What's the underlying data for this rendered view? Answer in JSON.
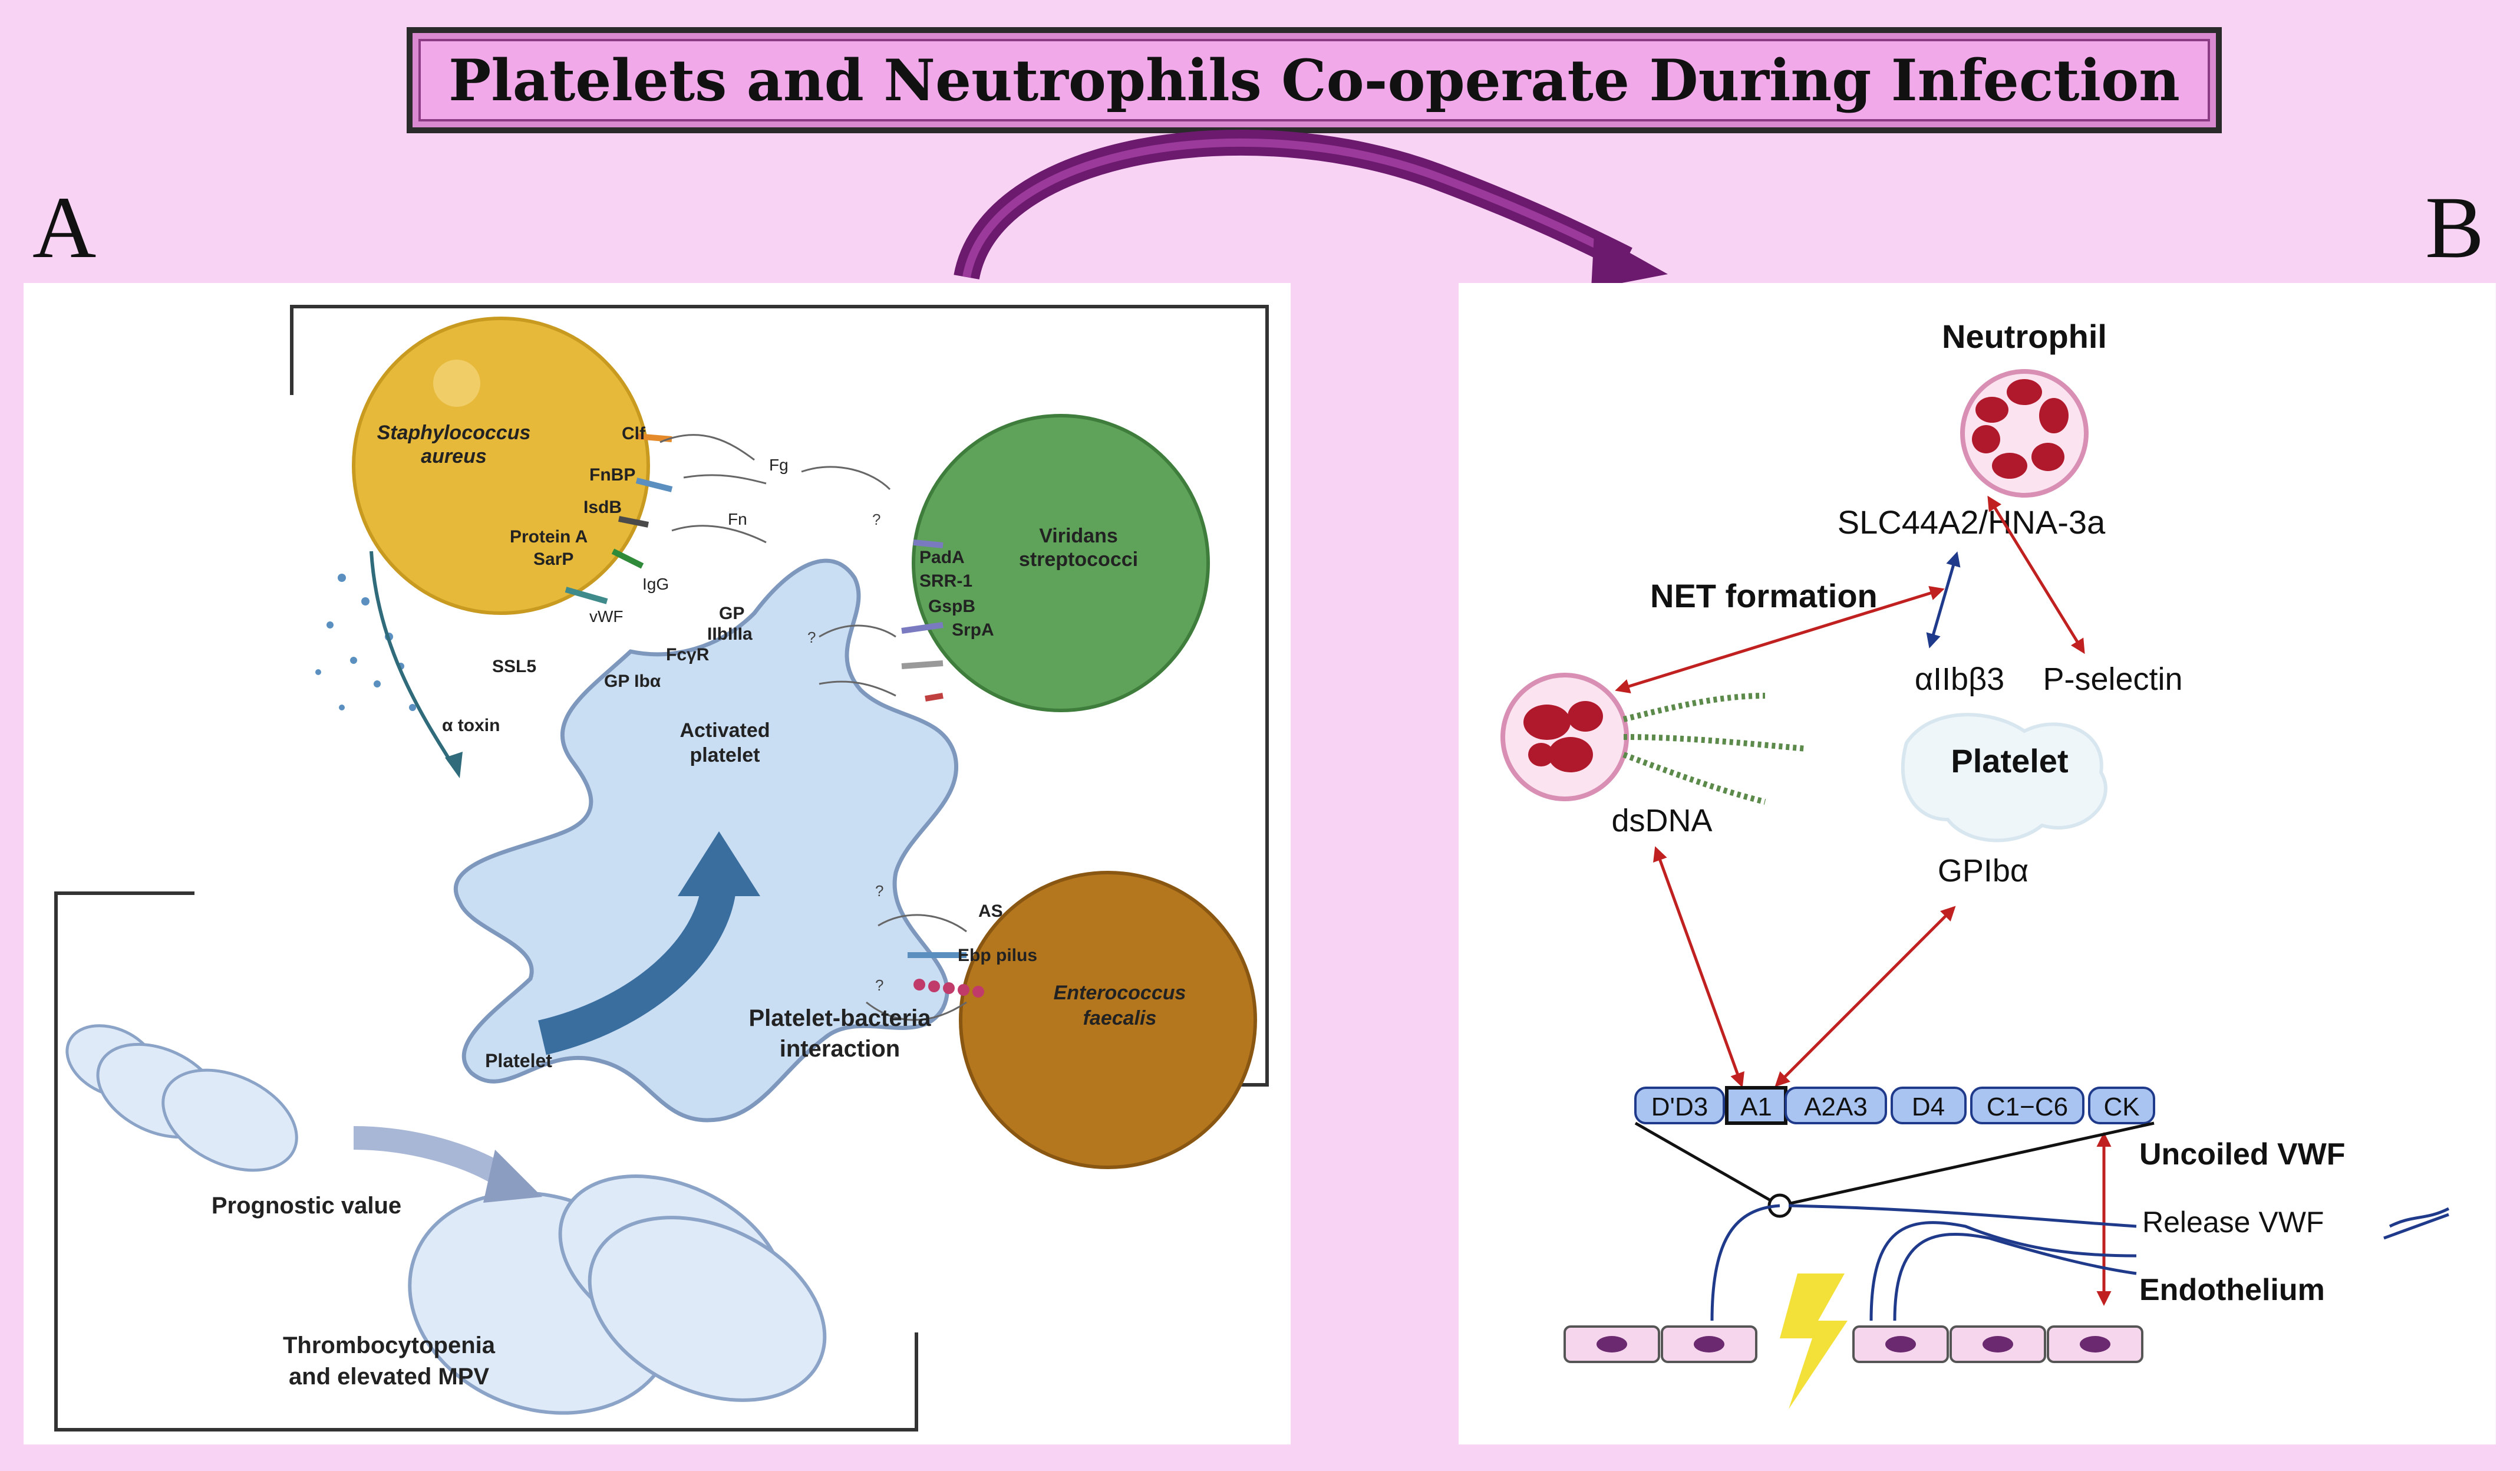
{
  "title": "Platelets and Neutrophils Co-operate During Infection",
  "panel_labels": {
    "a": "A",
    "b": "B"
  },
  "panel_a": {
    "bacteria": {
      "staph": [
        "Staphylococcus",
        "aureus"
      ],
      "viridans": [
        "Viridans",
        "streptococci"
      ],
      "enterococcus": [
        "Enterococcus",
        "faecalis"
      ]
    },
    "staph_factors": [
      "Clf",
      "FnBP",
      "IsdB",
      "Protein A",
      "SarP"
    ],
    "bridges": [
      "Fg",
      "Fn",
      "IgG",
      "vWF"
    ],
    "receptors": [
      "GP",
      "IIbIIIa",
      "FcγR",
      "GP Ibα"
    ],
    "viridans_factors": [
      "PadA",
      "SRR-1",
      "GspB",
      "SrpA"
    ],
    "entero_factors": [
      "AS",
      "Ebp pilus"
    ],
    "toxins": [
      "SSL5",
      "α toxin"
    ],
    "activated_platelet": [
      "Activated",
      "platelet"
    ],
    "platelet": "Platelet",
    "interaction": [
      "Platelet-bacteria",
      "interaction"
    ],
    "prognostic": "Prognostic value",
    "thrombocytopenia": [
      "Thrombocytopenia",
      "and elevated MPV"
    ],
    "unknown_marker": "?"
  },
  "panel_b": {
    "neutrophil": "Neutrophil",
    "slc": "SLC44A2/HNA-3a",
    "net_formation": "NET formation",
    "aiib": "αIIbβ3",
    "pselectin": "P-selectin",
    "platelet": "Platelet",
    "dsdna": "dsDNA",
    "gpib": "GPIbα",
    "domains": [
      "D'D3",
      "A1",
      "A2A3",
      "D4",
      "C1−C6",
      "CK"
    ],
    "uncoiled": "Uncoiled VWF",
    "release": "Release VWF",
    "endothelium": "Endothelium"
  },
  "colors": {
    "background": "#f8d3f3",
    "title_fill": "#f2a9ea",
    "arrow_purple": "#6b1a6e",
    "staph": "#e7b93a",
    "viridans": "#5fa35a",
    "enterococcus": "#b5771d",
    "platelet": "#c9ddf3",
    "red_arrow": "#c0201f",
    "navy": "#1f3a8a",
    "neutrophil_nucleus": "#b0182b",
    "vwf_domain": "#a9c4f0"
  }
}
